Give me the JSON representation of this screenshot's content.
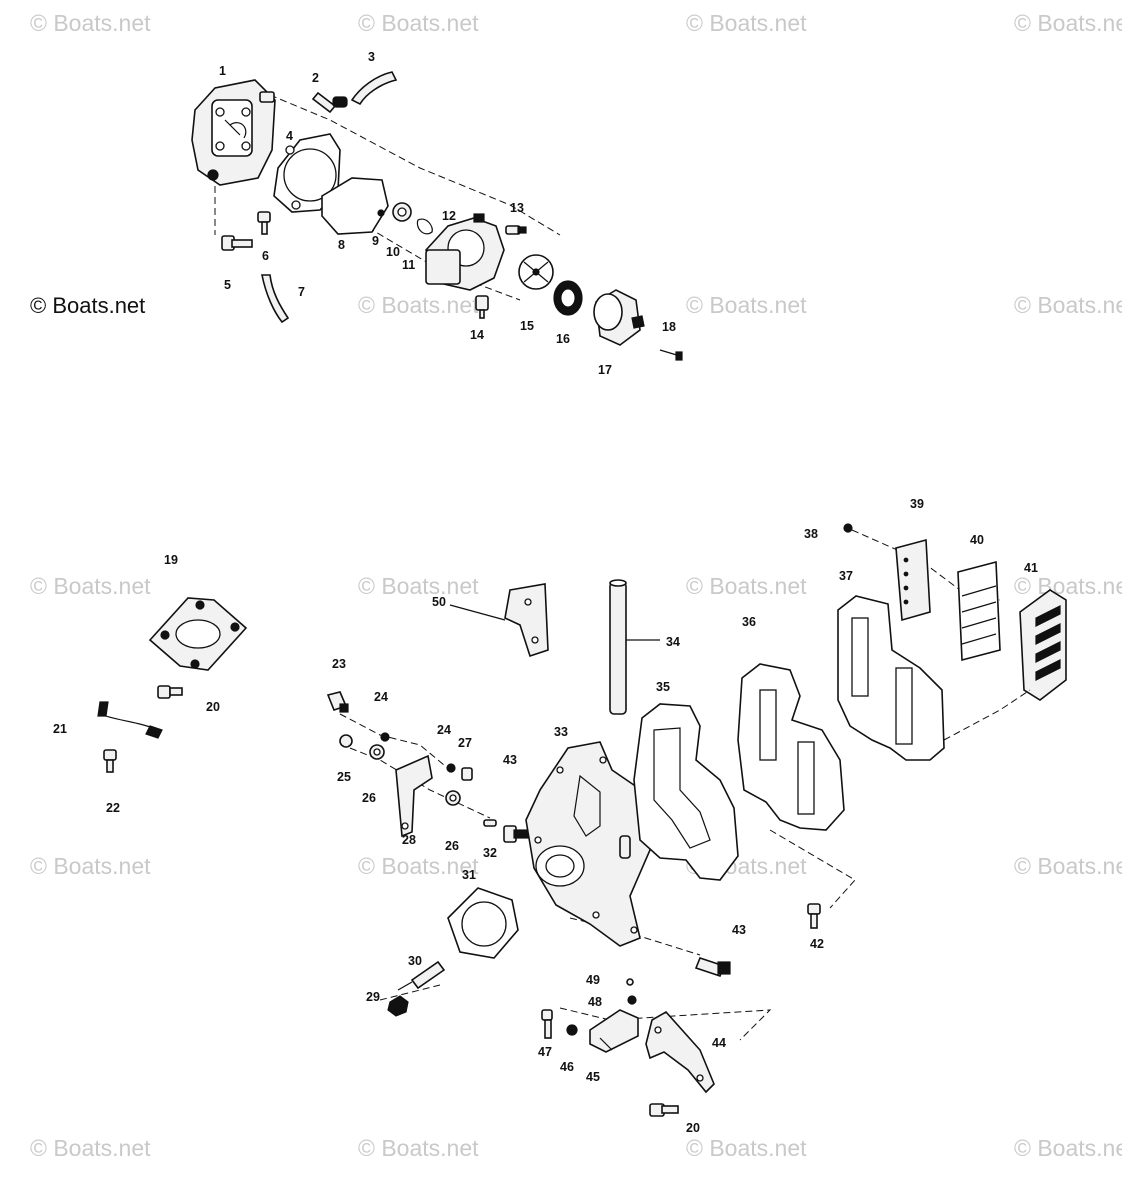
{
  "watermark": "© Boats.net",
  "copyright_label": "© Boats.net",
  "callouts": [
    "1",
    "2",
    "3",
    "4",
    "5",
    "6",
    "7",
    "8",
    "9",
    "10",
    "11",
    "12",
    "13",
    "14",
    "15",
    "16",
    "17",
    "18",
    "19",
    "20",
    "20",
    "21",
    "22",
    "23",
    "24",
    "24",
    "25",
    "26",
    "26",
    "27",
    "28",
    "29",
    "30",
    "31",
    "32",
    "33",
    "34",
    "35",
    "36",
    "37",
    "38",
    "39",
    "40",
    "41",
    "42",
    "43",
    "43",
    "44",
    "45",
    "46",
    "47",
    "48",
    "49",
    "50"
  ]
}
